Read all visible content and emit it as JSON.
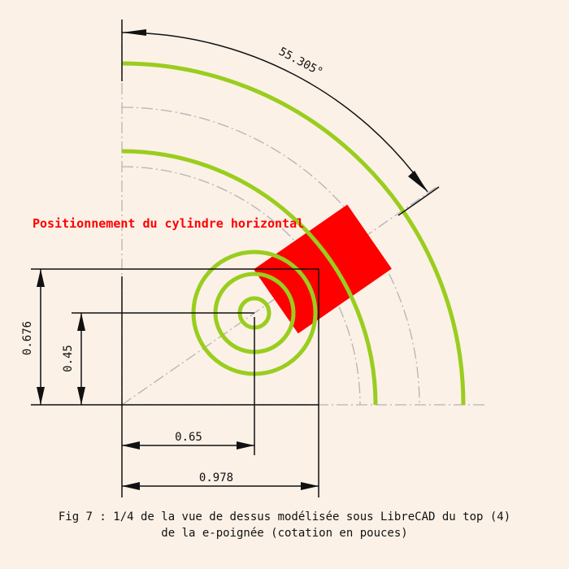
{
  "colors": {
    "background": "#fbf1e7",
    "arc": "#9acd1e",
    "centerline": "#b4b4b4",
    "cylinder": "#ff0000",
    "dimension": "#111111"
  },
  "annotations": {
    "angle": "55.305°",
    "cylinder_label": "Positionnement du cylindre horizontal"
  },
  "dimensions": {
    "v_outer": "0.676",
    "v_inner": "0.45",
    "h_inner": "0.65",
    "h_outer": "0.978"
  },
  "caption": {
    "line1": "Fig 7 : 1/4 de la vue de dessus modélisée sous LibreCAD du top (4)",
    "line2": "de la e-poignée (cotation en pouces)"
  }
}
